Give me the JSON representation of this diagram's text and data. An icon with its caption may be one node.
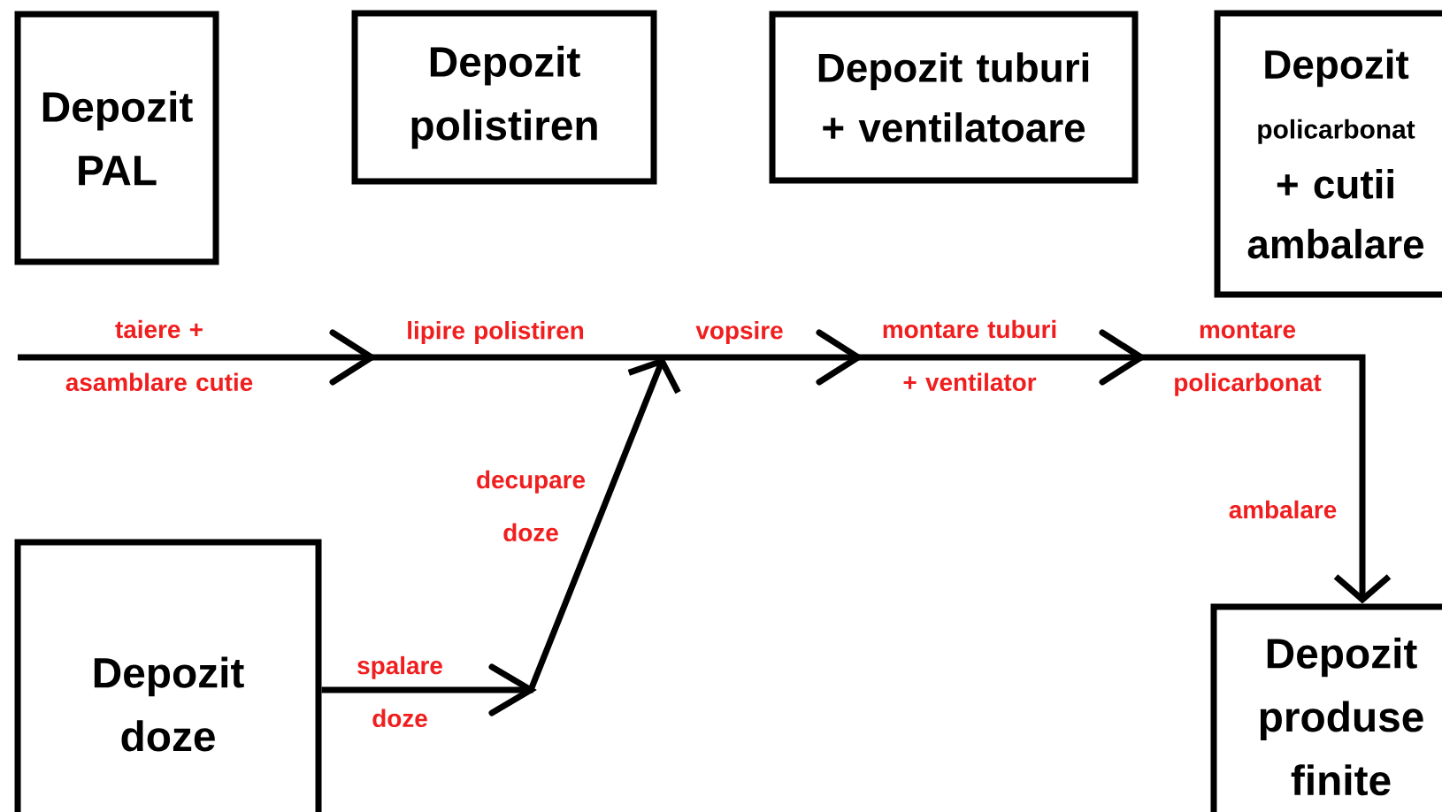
{
  "diagram": {
    "nodes": [
      {
        "text": [
          "Depozit PAL"
        ]
      },
      {
        "text": [
          "Depozit polistiren"
        ]
      },
      {
        "text": [
          "Depozit tuburi + ventilatoare"
        ]
      },
      {
        "text": [
          "Depozit",
          "policarbonat",
          "+ cutii ambalare"
        ]
      },
      {
        "text": [
          "Depozit doze"
        ]
      },
      {
        "text": [
          "Depozit produse finite"
        ]
      }
    ],
    "edges": [
      {
        "from": null,
        "to": 5,
        "arrow": "to"
      },
      {
        "from": 4,
        "to": null,
        "arrow": "to"
      }
    ],
    "labels": [
      "taiere + asamblare cutie",
      "lipire polistiren",
      "vopsire",
      "montare tuburi + ventilator",
      "montare policarbonat",
      "decupare doze",
      "spalare doze",
      "ambalare"
    ]
  }
}
